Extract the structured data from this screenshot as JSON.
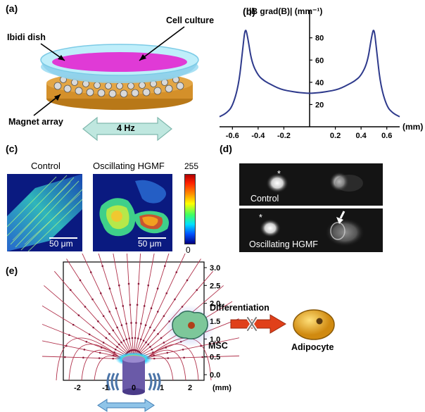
{
  "panels": {
    "a": {
      "label": "(a)",
      "cell_culture": "Cell culture",
      "ibidi_dish": "Ibidi dish",
      "magnet_array": "Magnet array",
      "frequency": "4 Hz"
    },
    "b": {
      "label": "(b)",
      "chart_data": {
        "type": "line",
        "title": "",
        "ylabel": "|B grad(B)| (mm⁻¹)",
        "xlabel": "(mm)",
        "xlim": [
          -0.7,
          0.7
        ],
        "ylim": [
          0,
          95
        ],
        "x_ticks": [
          "-0.6",
          "-0.4",
          "-0.2",
          "0.2",
          "0.4",
          "0.6"
        ],
        "y_ticks": [
          "20",
          "40",
          "60",
          "80"
        ],
        "series": [
          {
            "color": "#2e3a8c",
            "x": [
              -0.7,
              -0.65,
              -0.6,
              -0.55,
              -0.52,
              -0.5,
              -0.48,
              -0.45,
              -0.4,
              -0.35,
              -0.3,
              -0.25,
              -0.2,
              -0.15,
              -0.1,
              -0.05,
              0,
              0.05,
              0.1,
              0.15,
              0.2,
              0.25,
              0.3,
              0.35,
              0.4,
              0.45,
              0.48,
              0.5,
              0.52,
              0.55,
              0.6,
              0.65,
              0.7
            ],
            "y": [
              9,
              12,
              18,
              38,
              70,
              90,
              80,
              58,
              46,
              41,
              38,
              35,
              33,
              32,
              31,
              30.5,
              30,
              30.5,
              31,
              32,
              33,
              35,
              38,
              41,
              46,
              58,
              80,
              90,
              70,
              38,
              18,
              12,
              9
            ]
          }
        ],
        "grid": false
      }
    },
    "c": {
      "label": "(c)",
      "control_title": "Control",
      "hgmf_title": "Oscillating HGMF",
      "scale_left": "50 μm",
      "scale_right": "50 μm",
      "colorbar_max": "255",
      "colorbar_min": "0"
    },
    "d": {
      "label": "(d)",
      "control_label": "Control",
      "hgmf_label": "Oscillating HGMF",
      "asterisk": "*"
    },
    "e": {
      "label": "(e)",
      "differentiation": "Differentiation",
      "msc": "MSC",
      "adipocyte": "Adipocyte",
      "x_ticks": [
        "-2",
        "-1",
        "0",
        "1",
        "2",
        "(mm)"
      ],
      "y_ticks": [
        "3.0",
        "2.5",
        "2.0",
        "1.5",
        "1.0",
        "0.5",
        "0.0"
      ]
    }
  },
  "colors": {
    "curve": "#2e3a8c",
    "dish": "#a9e6f7",
    "culture": "#e03ad6",
    "magnet_base": "#d4902a",
    "arrow_teal": "#8ed3c8",
    "adipocyte": "#f0b020",
    "arrow_red": "#e0401a"
  },
  "icons": [
    "double-arrow-icon",
    "block-x-icon",
    "arrowhead-icon",
    "nucleus-icon"
  ]
}
